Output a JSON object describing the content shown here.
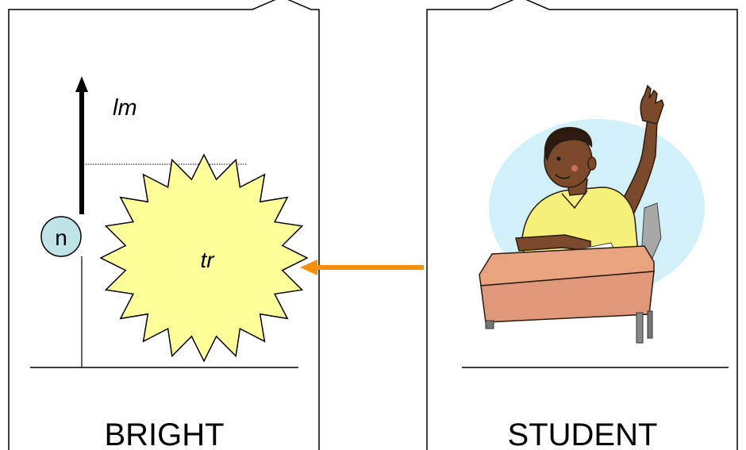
{
  "left_panel": {
    "top_label": "lm",
    "node_label": "n",
    "star_label": "tr",
    "caption": "BRIGHT"
  },
  "right_panel": {
    "caption": "STUDENT",
    "illustration": "student-raising-hand-at-desk"
  },
  "colors": {
    "star_fill": "#ffff99",
    "node_fill": "#bfe4e8",
    "arrow": "#f4900c",
    "oval_background": "#d2f0f8",
    "desk": "#e8a47e",
    "shirt": "#f6f07a"
  }
}
